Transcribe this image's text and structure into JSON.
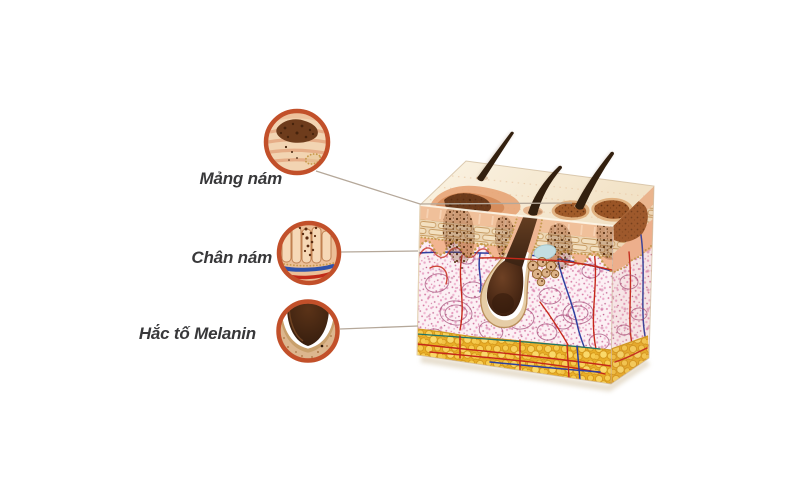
{
  "page": {
    "background": "#ffffff"
  },
  "diagram": {
    "type": "skin-melasma-cross-section",
    "callouts": [
      {
        "id": "mang-nam",
        "label": "Mảng nám",
        "meaning": "surface melasma patch"
      },
      {
        "id": "chan-nam",
        "label": "Chân nám",
        "meaning": "melasma root at dermal junction"
      },
      {
        "id": "hac-to-melanin",
        "label": "Hắc tố Melanin",
        "meaning": "melanin pigment in follicle bulb"
      }
    ],
    "colors": {
      "accent_ring": "#c2502a",
      "label_text": "#38383a",
      "leader_line": "#b5a89a",
      "skin_surface": "#f8eedb",
      "epidermis": "#efba92",
      "dermis_bg": "#fcf0f4",
      "fat_layer": "#eeb837",
      "melanin": "#42250f",
      "vessel_red": "#c5281a",
      "vessel_blue": "#2e3f9f"
    }
  }
}
